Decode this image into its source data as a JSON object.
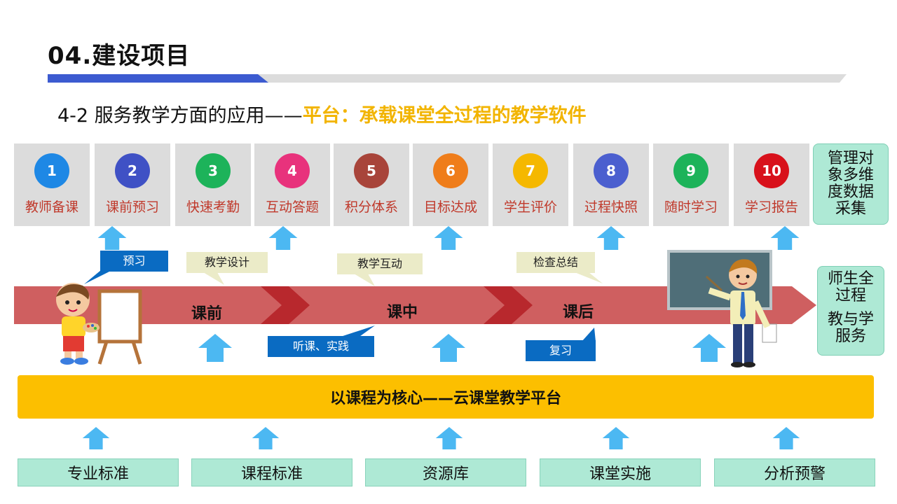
{
  "title": "04.建设项目",
  "subtitle": {
    "prefix": "4-2 服务教学方面的应用——",
    "highlight": "平台：承载课堂全过程的教学软件"
  },
  "cards": [
    {
      "num": "1",
      "label": "教师备课",
      "color": "#1e88e5"
    },
    {
      "num": "2",
      "label": "课前预习",
      "color": "#3f51c5"
    },
    {
      "num": "3",
      "label": "快速考勤",
      "color": "#1db35a"
    },
    {
      "num": "4",
      "label": "互动答题",
      "color": "#e8327c"
    },
    {
      "num": "5",
      "label": "积分体系",
      "color": "#a8443a"
    },
    {
      "num": "6",
      "label": "目标达成",
      "color": "#ef7d1a"
    },
    {
      "num": "7",
      "label": "学生评价",
      "color": "#f5b800"
    },
    {
      "num": "8",
      "label": "过程快照",
      "color": "#4b5fcf"
    },
    {
      "num": "9",
      "label": "随时学习",
      "color": "#1db35a"
    },
    {
      "num": "10",
      "label": "学习报告",
      "color": "#d8111b"
    }
  ],
  "side_top": "管理对象多维度数据采集",
  "side_mid_1": "师生全过程",
  "side_mid_2": "教与学服务",
  "callouts": {
    "preview": "预习",
    "design": "教学设计",
    "interact": "教学互动",
    "check": "检查总结",
    "listen": "听课、实践",
    "review": "复习"
  },
  "stages": [
    "课前",
    "课中",
    "课后"
  ],
  "platform": "以课程为核心——云课堂教学平台",
  "bases": [
    "专业标准",
    "课程标准",
    "资源库",
    "课堂实施",
    "分析预警"
  ],
  "colors": {
    "timeline": "#cf5f60",
    "timeline_dark": "#b8282d",
    "platform": "#fcbf00",
    "arrow": "#4cb8f2",
    "card_text": "#c0392b"
  }
}
